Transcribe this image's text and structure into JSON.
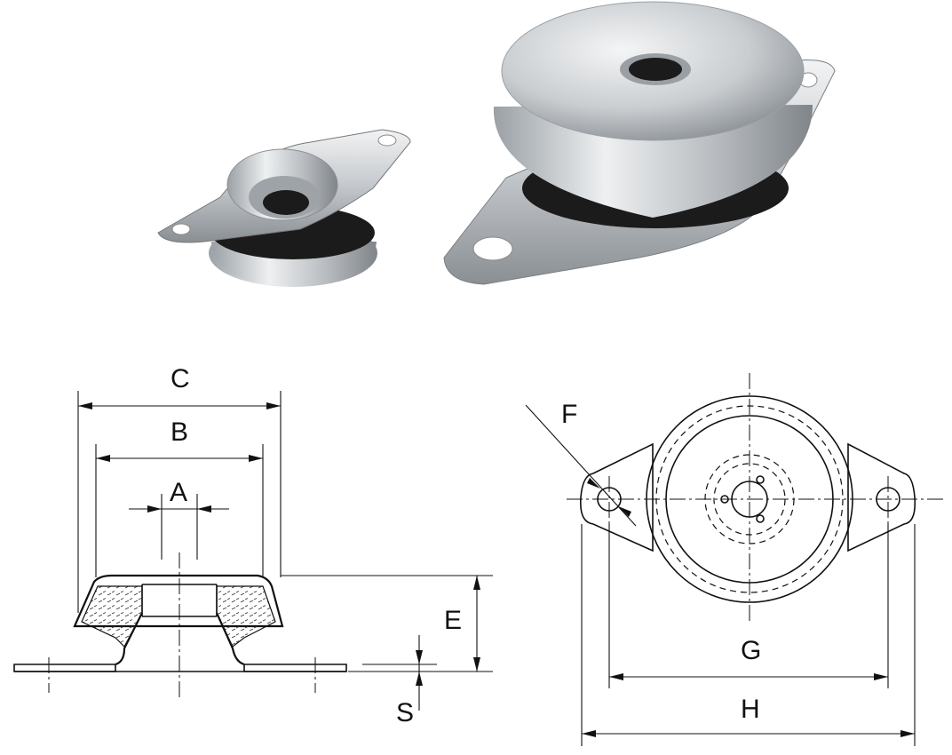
{
  "labels": {
    "a": "A",
    "b": "B",
    "c": "C",
    "e": "E",
    "s": "S",
    "f": "F",
    "g": "G",
    "h": "H"
  },
  "colors": {
    "ink": "#111111",
    "metal_light": "#e6e8ea",
    "metal_mid": "#b9bdc1",
    "metal_dark": "#7d8287",
    "rubber": "#1b1b1b"
  }
}
